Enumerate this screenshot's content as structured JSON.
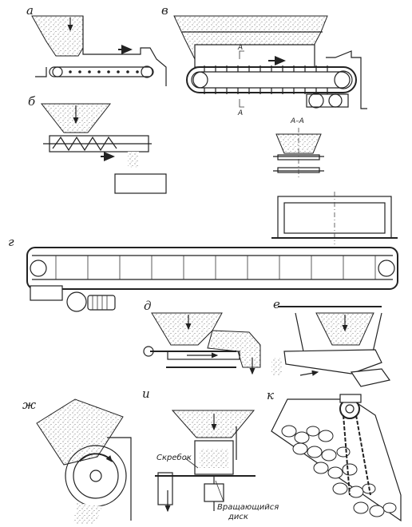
{
  "labels": {
    "a": "а",
    "v": "в",
    "b": "б",
    "g": "г",
    "d": "д",
    "e": "е",
    "zh": "ж",
    "i": "и",
    "k": "к"
  },
  "section_marks": {
    "a_upper": "А",
    "a_lower": "А",
    "section_title": "А–А"
  },
  "callouts": {
    "scraper": "Скребок",
    "disk_line1": "Вращающийся",
    "disk_line2": "диск"
  }
}
